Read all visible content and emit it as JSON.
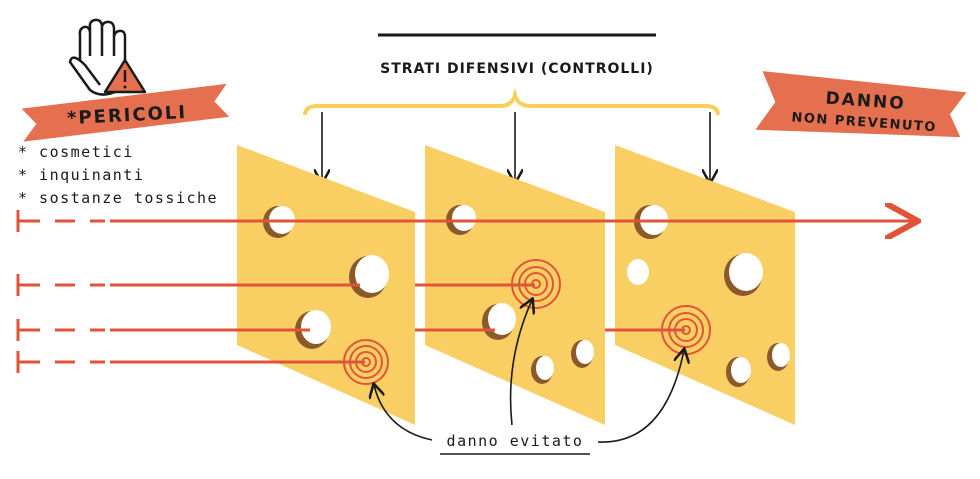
{
  "title": "STRATI DIFENSIVI (CONTROLLI)",
  "hazards": {
    "banner": "*PERICOLI",
    "items": [
      "* cosmetici",
      "* inquinanti",
      "* sostanze tossiche"
    ]
  },
  "outcome": {
    "line1": "DANNO",
    "line2": "NON PREVENUTO"
  },
  "avoided_label": "danno evitato",
  "colors": {
    "cheese": "#f9ce63",
    "hole_shadow": "#8a5a2b",
    "accent": "#e4704f",
    "line": "#e0553a",
    "brace": "#f7cf5a"
  },
  "icons": [
    "hand-stop-icon",
    "warning-triangle-icon",
    "target-icon"
  ]
}
